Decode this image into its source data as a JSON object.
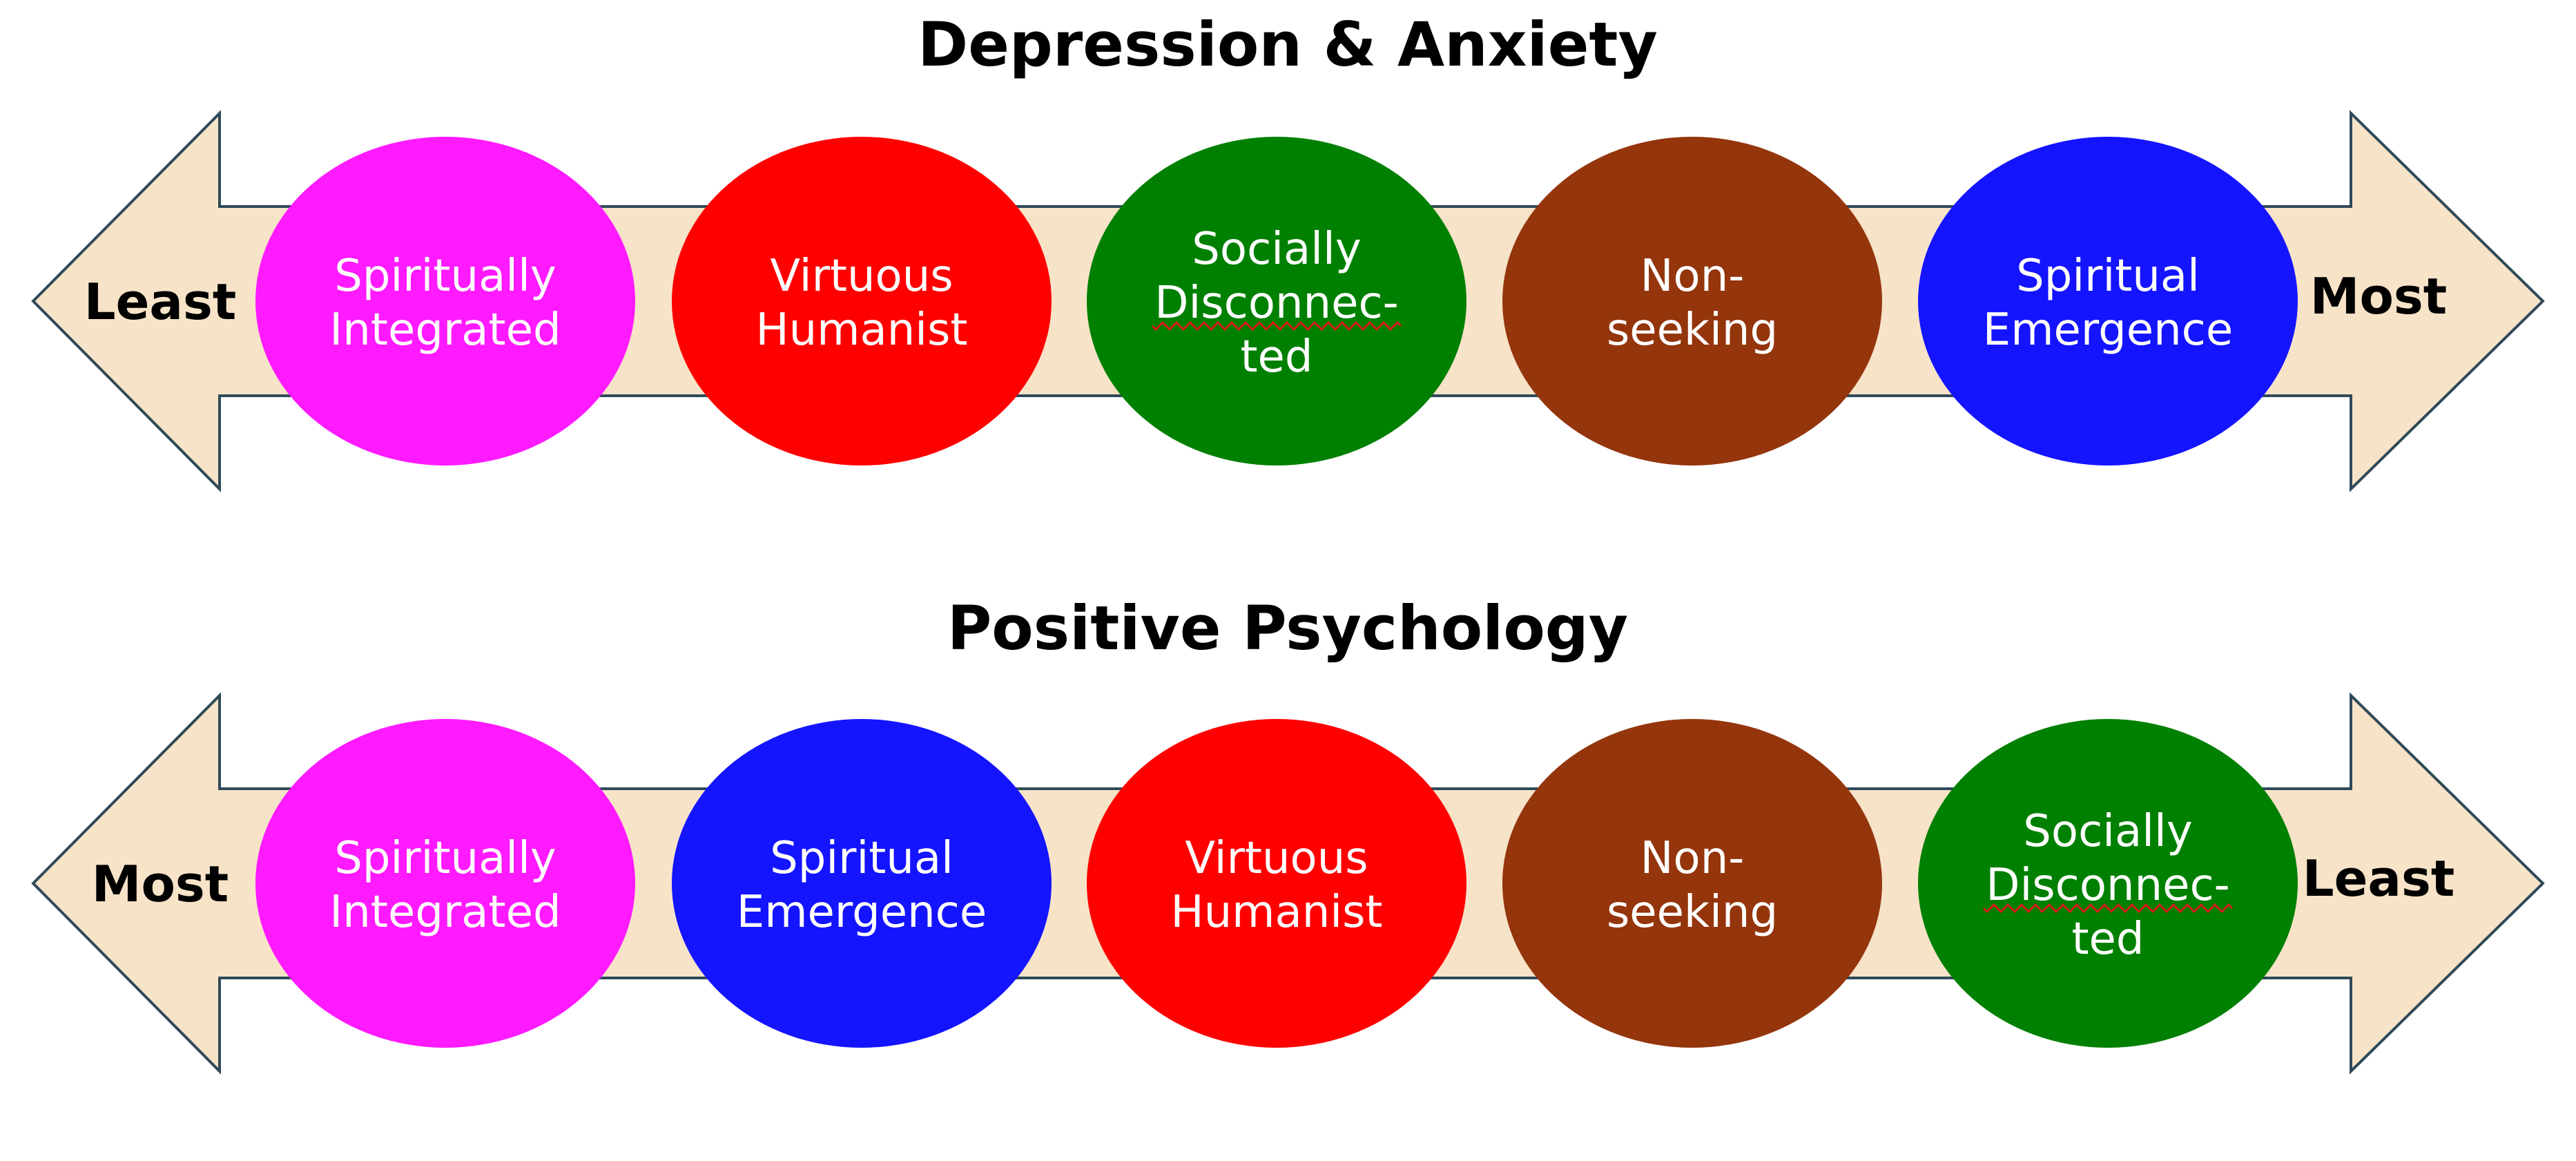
{
  "diagrams": [
    {
      "title": "Depression & Anxiety",
      "left_label": "Least",
      "right_label": "Most",
      "nodes": [
        {
          "lines": [
            "Spiritually",
            "Integrated"
          ],
          "color": "#ff1aff"
        },
        {
          "lines": [
            "Virtuous",
            "Humanist"
          ],
          "color": "#ff0000"
        },
        {
          "lines": [
            "Socially",
            "Disconnec-",
            "ted"
          ],
          "color": "#008000"
        },
        {
          "lines": [
            "Non-",
            "seeking"
          ],
          "color": "#94350c"
        },
        {
          "lines": [
            "Spiritual",
            "Emergence"
          ],
          "color": "#1414ff"
        }
      ]
    },
    {
      "title": "Positive Psychology",
      "left_label": "Most",
      "right_label": "Least",
      "nodes": [
        {
          "lines": [
            "Spiritually",
            "Integrated"
          ],
          "color": "#ff1aff"
        },
        {
          "lines": [
            "Spiritual",
            "Emergence"
          ],
          "color": "#1414ff"
        },
        {
          "lines": [
            "Virtuous",
            "Humanist"
          ],
          "color": "#ff0000"
        },
        {
          "lines": [
            "Non-",
            "seeking"
          ],
          "color": "#94350c"
        },
        {
          "lines": [
            "Socially",
            "Disconnec-",
            "ted"
          ],
          "color": "#008000"
        }
      ]
    }
  ],
  "colors": {
    "arrow_fill": "#f7e3c8",
    "arrow_stroke": "#2f4a58"
  }
}
